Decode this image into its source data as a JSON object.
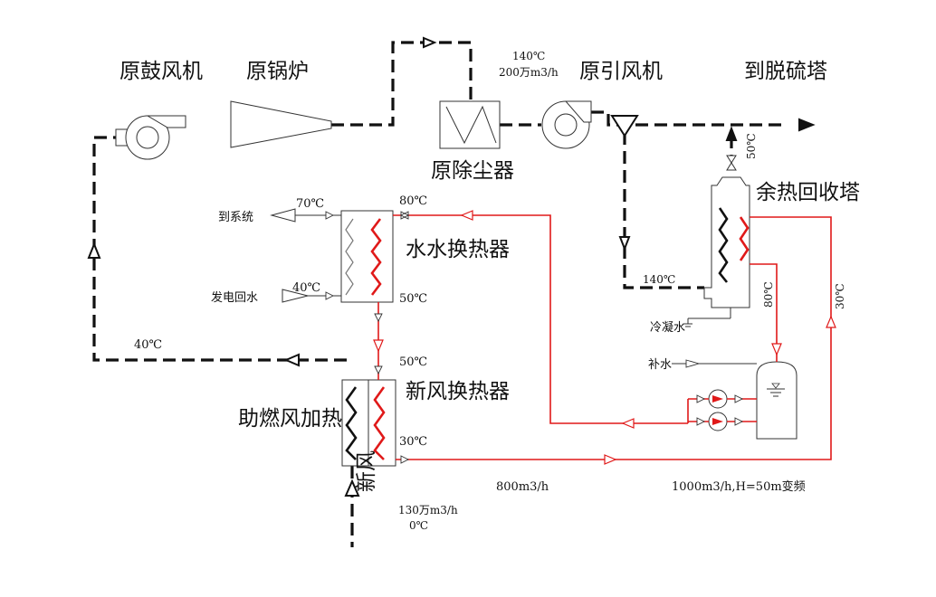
{
  "labels": {
    "drum_fan": "原鼓风机",
    "boiler": "原锅炉",
    "dust_collector": "原除尘器",
    "induced_fan": "原引风机",
    "to_desulfur": "到脱硫塔",
    "waste_heat_tower": "余热回收塔",
    "water_hx": "水水换热器",
    "air_hx": "新风换热器",
    "combustion_air": "助燃风加热",
    "fresh_air": "新风",
    "to_system": "到系统",
    "power_return": "发电回水",
    "condensate": "冷凝水",
    "makeup_water": "补水"
  },
  "annotations": {
    "t140_top": "140℃",
    "flow_200": "200万m3/h",
    "t50_tower": "50℃",
    "t140_tower": "140℃",
    "t80_side": "80℃",
    "t30_side": "30℃",
    "t70": "70℃",
    "t80_hx": "80℃",
    "t40_in": "40℃",
    "t50_hx": "50℃",
    "t50_air": "50℃",
    "t30_air": "30℃",
    "t40_left": "40℃",
    "flow_800": "800m3/h",
    "pump_spec": "1000m3/h,H=50m变频",
    "flow_130": "130万m3/h",
    "t0": "0℃"
  },
  "colors": {
    "flue_gas_line": "#111111",
    "water_line": "#e01919",
    "equipment_outline": "#333333"
  }
}
